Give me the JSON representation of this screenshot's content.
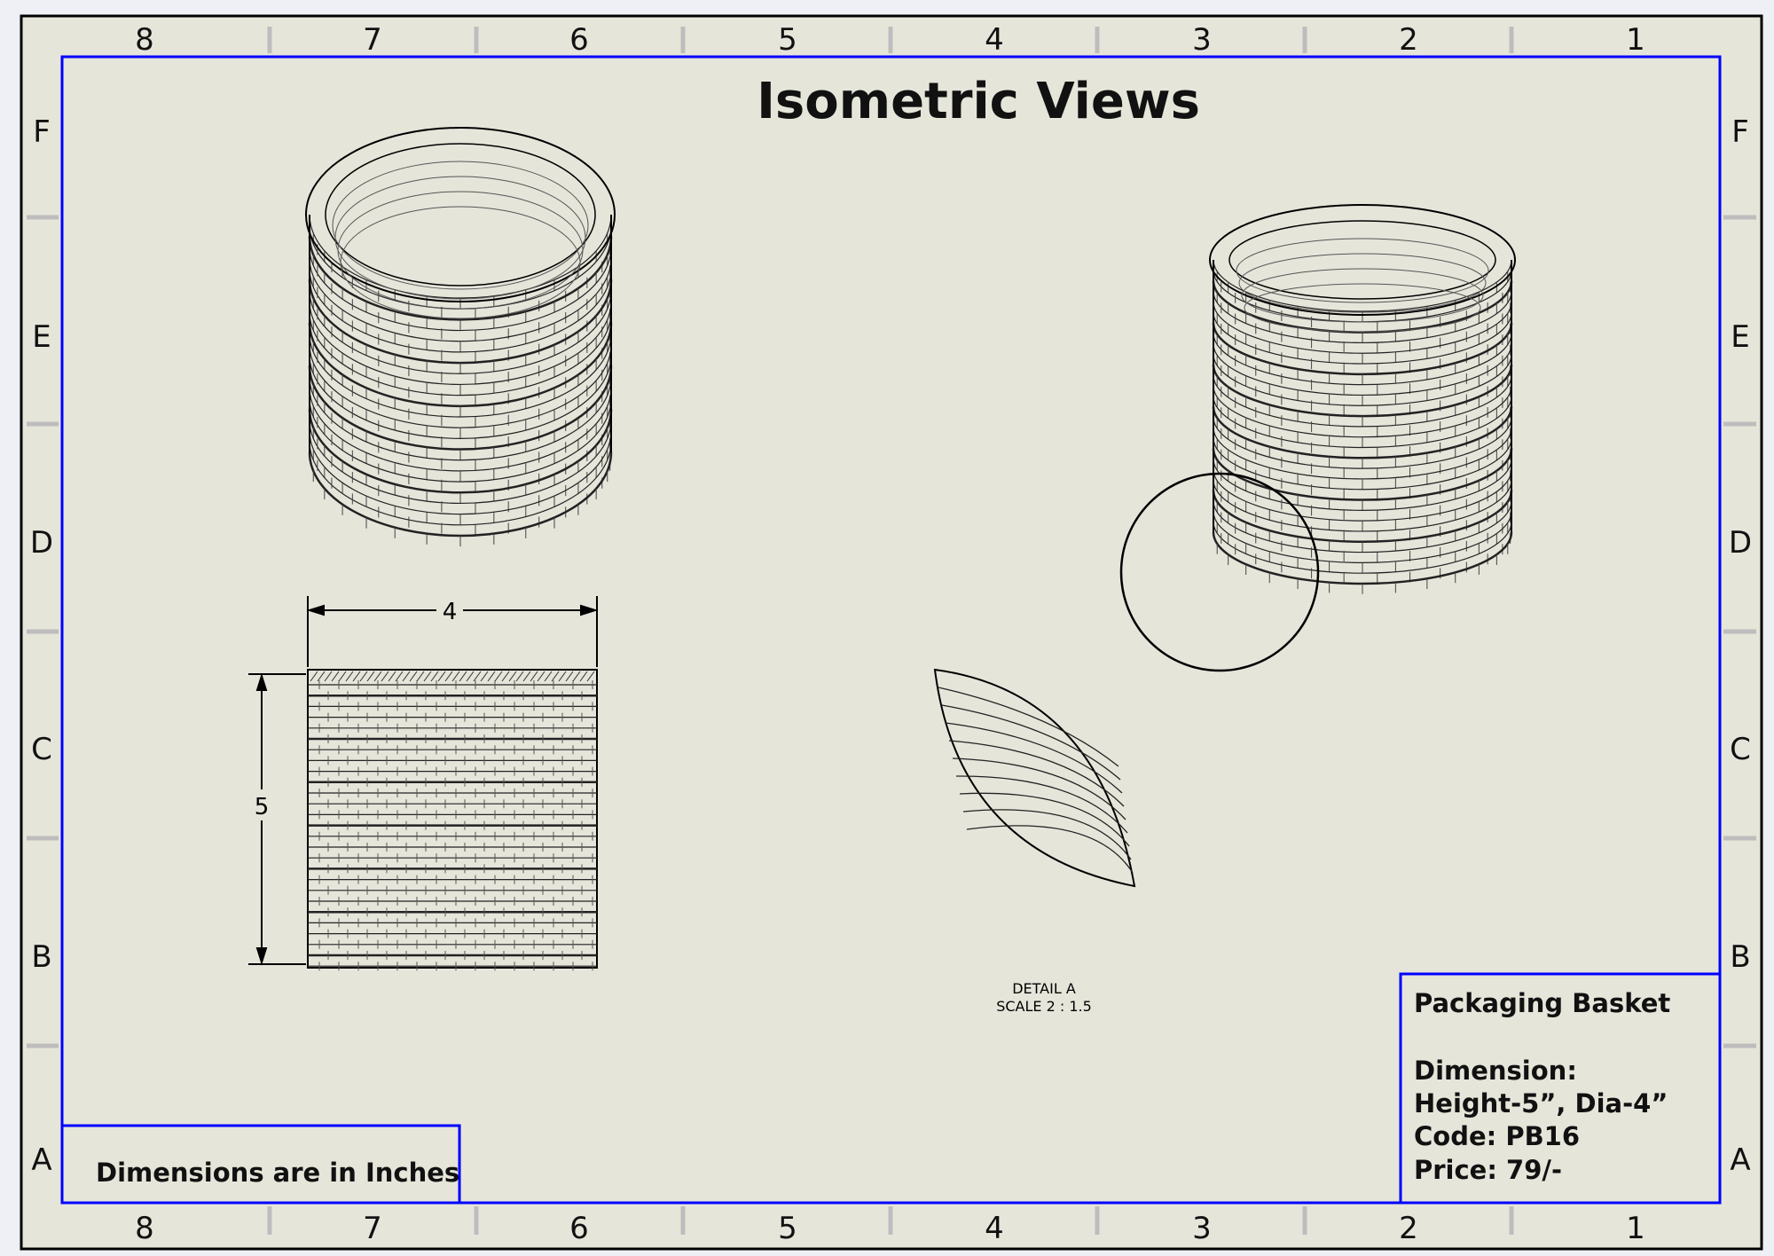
{
  "title": "Isometric Views",
  "zones": {
    "columns": [
      "8",
      "7",
      "6",
      "5",
      "4",
      "3",
      "2",
      "1"
    ],
    "rows": [
      "F",
      "E",
      "D",
      "C",
      "B",
      "A"
    ]
  },
  "dimensions": {
    "width_label": "4",
    "height_label": "5"
  },
  "detail": {
    "label": "DETAIL A",
    "scale": "SCALE 2 : 1.5"
  },
  "note": "Dimensions are in Inches",
  "title_block": {
    "name": "Packaging Basket",
    "dimension_heading": "Dimension:",
    "dimension_value": "Height-5”, Dia-4”",
    "code": "Code: PB16",
    "price": "Price: 79/-"
  },
  "colors": {
    "sheet": "#e6e5da",
    "frame": "#0000ff",
    "tick": "#bdbdbd"
  }
}
